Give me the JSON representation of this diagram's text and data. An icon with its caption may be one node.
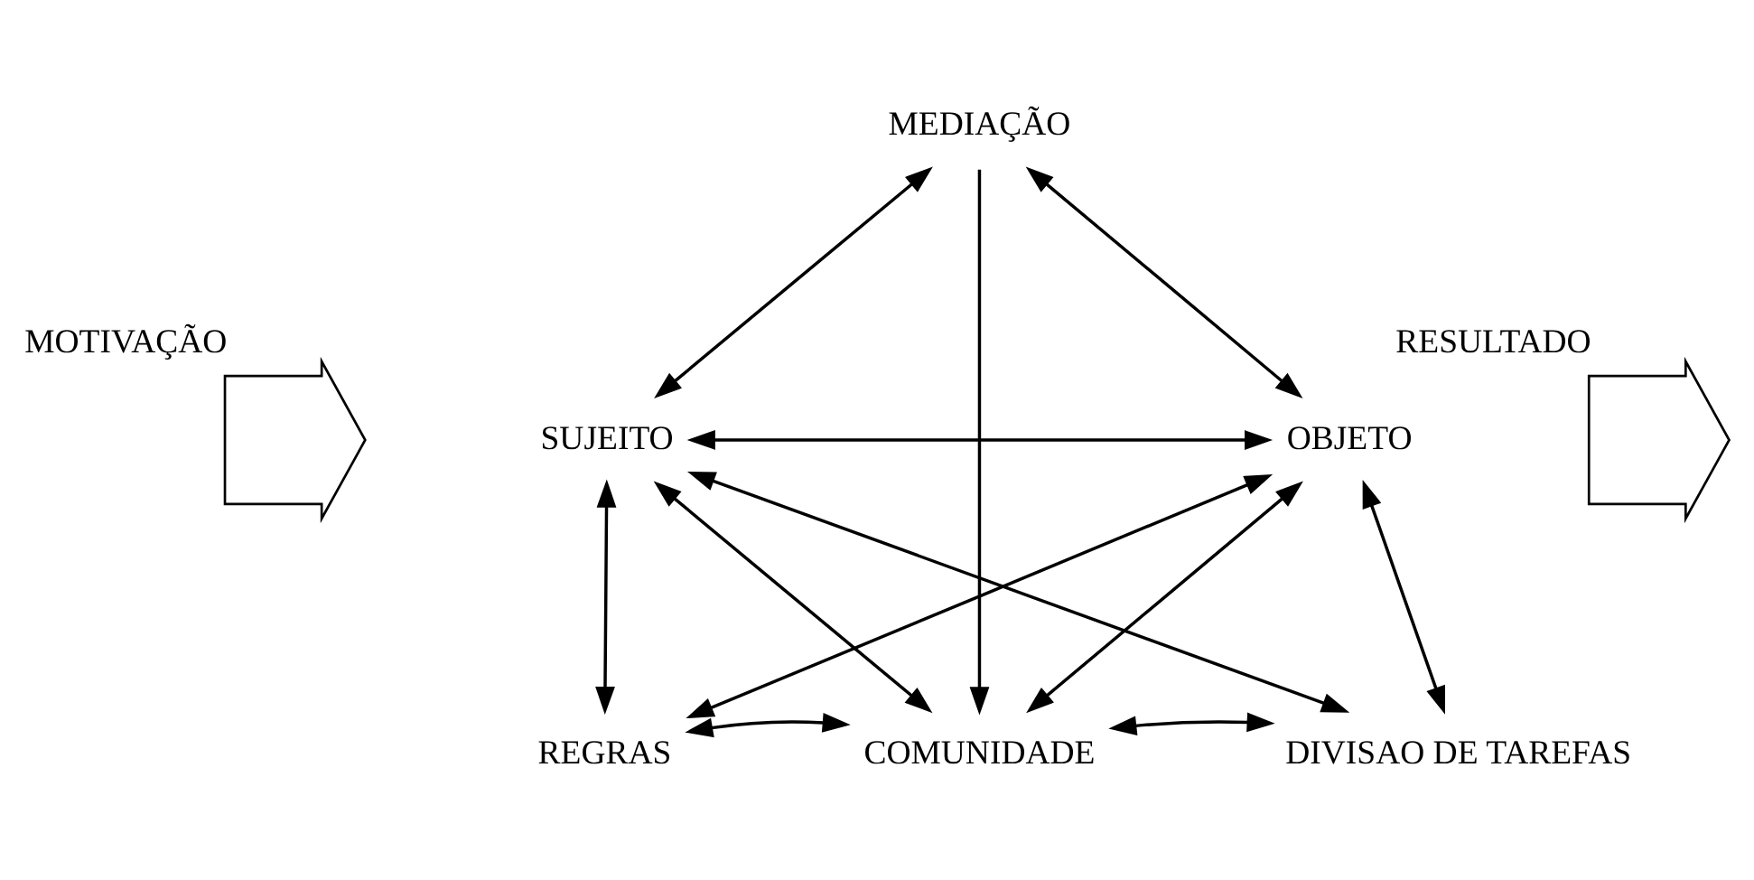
{
  "diagram": {
    "nodes": [
      {
        "text": [
          "MEDIAÇÃO"
        ]
      },
      {
        "text": [],
        "shape": "arrow",
        "beside": [
          "MOTIVAÇÃO"
        ]
      },
      {
        "text": [
          "SUJEITO"
        ]
      },
      {
        "text": [
          "OBJETO"
        ]
      },
      {
        "text": [],
        "shape": "arrow",
        "beside": [
          "RESULTADO"
        ]
      },
      {
        "text": [
          "REGRAS"
        ]
      },
      {
        "text": [
          "COMUNIDADE"
        ]
      },
      {
        "text": [
          "DIVISAO DE TAREFAS"
        ]
      }
    ],
    "edges": [
      {
        "from": 0,
        "to": 2,
        "arrow": "both"
      },
      {
        "from": 0,
        "to": 3,
        "arrow": "both"
      },
      {
        "from": 0,
        "to": 6,
        "arrow": "to"
      },
      {
        "from": 2,
        "to": 3,
        "arrow": "both"
      },
      {
        "from": 2,
        "to": 5,
        "arrow": "both"
      },
      {
        "from": 2,
        "to": 6,
        "arrow": "both"
      },
      {
        "from": 2,
        "to": 7,
        "arrow": "both"
      },
      {
        "from": 3,
        "to": 5,
        "arrow": "both"
      },
      {
        "from": 3,
        "to": 6,
        "arrow": "both"
      },
      {
        "from": 3,
        "to": 7,
        "arrow": "both"
      },
      {
        "from": 5,
        "to": 6,
        "arrow": "both"
      },
      {
        "from": 6,
        "to": 7,
        "arrow": "both"
      }
    ]
  }
}
